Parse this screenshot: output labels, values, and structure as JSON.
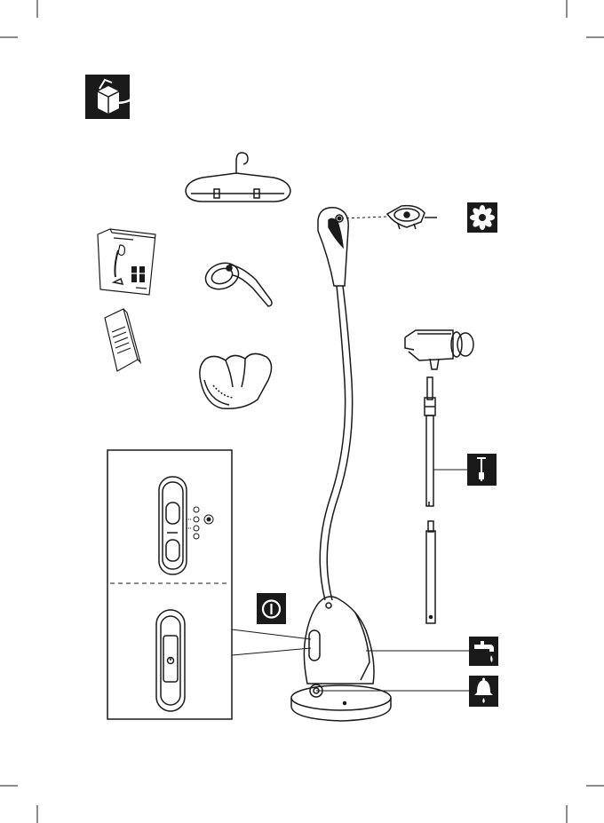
{
  "page": {
    "type": "product manual parts overview",
    "background": "#ffffff",
    "line_color": "#1a1a1a",
    "icon_fill": "#1a1a1a"
  },
  "icons": {
    "unpack": "unpack-box-icon",
    "flower": "flower-icon",
    "pole": "pole-icon",
    "tap": "water-tap-icon",
    "alarm": "bell-drop-icon",
    "power": "power-icon"
  },
  "parts": [
    "garment-hanger",
    "user-manual",
    "leaflet",
    "cord-clip",
    "glove",
    "steam-head",
    "brush-attachment",
    "clamp-attachment",
    "upper-pole",
    "lower-pole",
    "hose",
    "water-tank",
    "base",
    "control-panel-detail"
  ]
}
